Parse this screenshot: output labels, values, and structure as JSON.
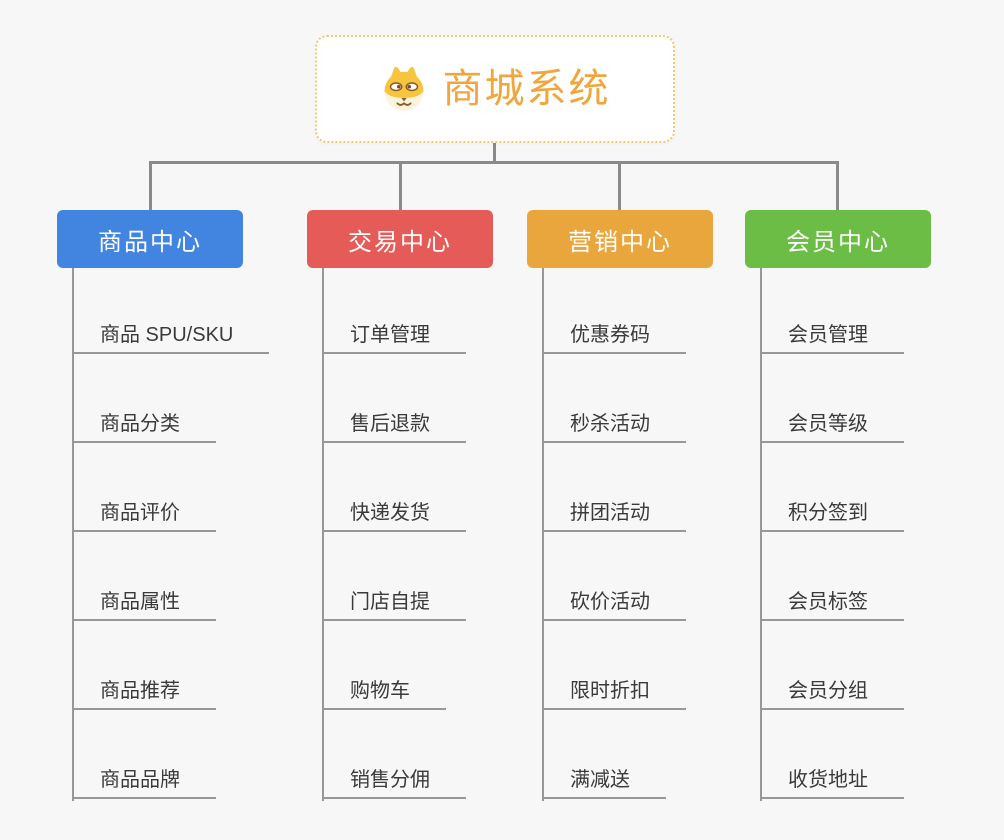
{
  "root": {
    "title": "商城系统",
    "icon": "dog-face-icon"
  },
  "branches": [
    {
      "label": "商品中心",
      "color": "#4285e0",
      "items": [
        "商品 SPU/SKU",
        "商品分类",
        "商品评价",
        "商品属性",
        "商品推荐",
        "商品品牌"
      ]
    },
    {
      "label": "交易中心",
      "color": "#e45b57",
      "items": [
        "订单管理",
        "售后退款",
        "快递发货",
        "门店自提",
        "购物车",
        "销售分佣"
      ]
    },
    {
      "label": "营销中心",
      "color": "#e9a63c",
      "items": [
        "优惠券码",
        "秒杀活动",
        "拼团活动",
        "砍价活动",
        "限时折扣",
        "满减送"
      ]
    },
    {
      "label": "会员中心",
      "color": "#6cbd45",
      "items": [
        "会员管理",
        "会员等级",
        "积分签到",
        "会员标签",
        "会员分组",
        "收货地址"
      ]
    }
  ],
  "colors": {
    "bg": "#f7f7f7",
    "line": "#8a8a8a",
    "underline": "#979797",
    "text": "#3a3a3a",
    "rootBorder": "#f3c571",
    "rootText": "#f0a63c"
  }
}
